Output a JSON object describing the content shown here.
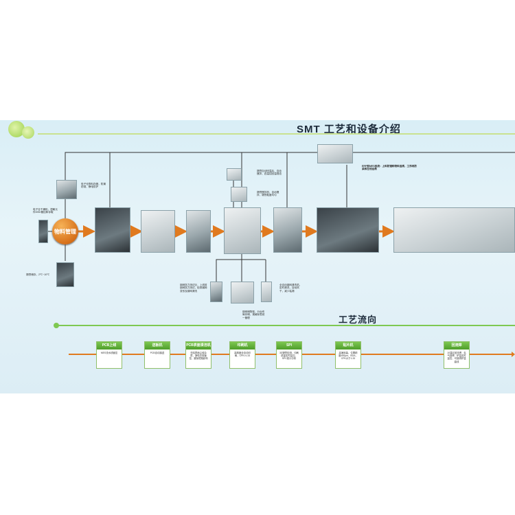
{
  "title": "SMT 工艺和设备介绍",
  "hub_label": "物料管理",
  "erp_note": "ERP和MES系统：上料防错和物料追溯，工序间防呆和在线追溯",
  "flow_title": "工艺流向",
  "notes": {
    "material_top": "电子仓物料存储，防潮防锈，静电防护",
    "material_left": "电子仓干燥柜，湿敏元件MSD管控和存取",
    "material_bottom": "锡膏储存，2℃~10℃",
    "paste_top": "锡膏自动回温后，自动搅拌，四温控回温规范",
    "paste_mid": "锡膏搅拌机，自动搅拌，锡膏黏度均匀",
    "fixture_left": "钢网张力测试仪，上线前钢网张力测试，检测钢网变形及钢网清洗",
    "fixture_bottom": "钢网储物架，分台布局存储，规格标签统一管理",
    "fixture_right": "全自动钢网清洗机，定时清洗，自动风干，减少粘锡"
  },
  "steps": [
    {
      "title": "PCB上线",
      "body": "MES流水线管控"
    },
    {
      "title": "送板机",
      "body": "PCB自动接送"
    },
    {
      "title": "PCB表面清洁机",
      "body": "去除表面尘埃杂质，静电去除管控，避免短路影响"
    },
    {
      "title": "印刷机",
      "body": "高精度全自动印刷，CPK>1.33"
    },
    {
      "title": "SPI",
      "body": "3D锡膏检测，印刷质量实时监控，SPC统计分析"
    },
    {
      "title": "贴片机",
      "body": "高速贴装，位置精度±50μm，BGA，CPK大于1.33"
    },
    {
      "title": "回流焊",
      "body": "10温区回流焊，氮气回焊，炉温实时监控，可追溯炉温曲线"
    }
  ]
}
